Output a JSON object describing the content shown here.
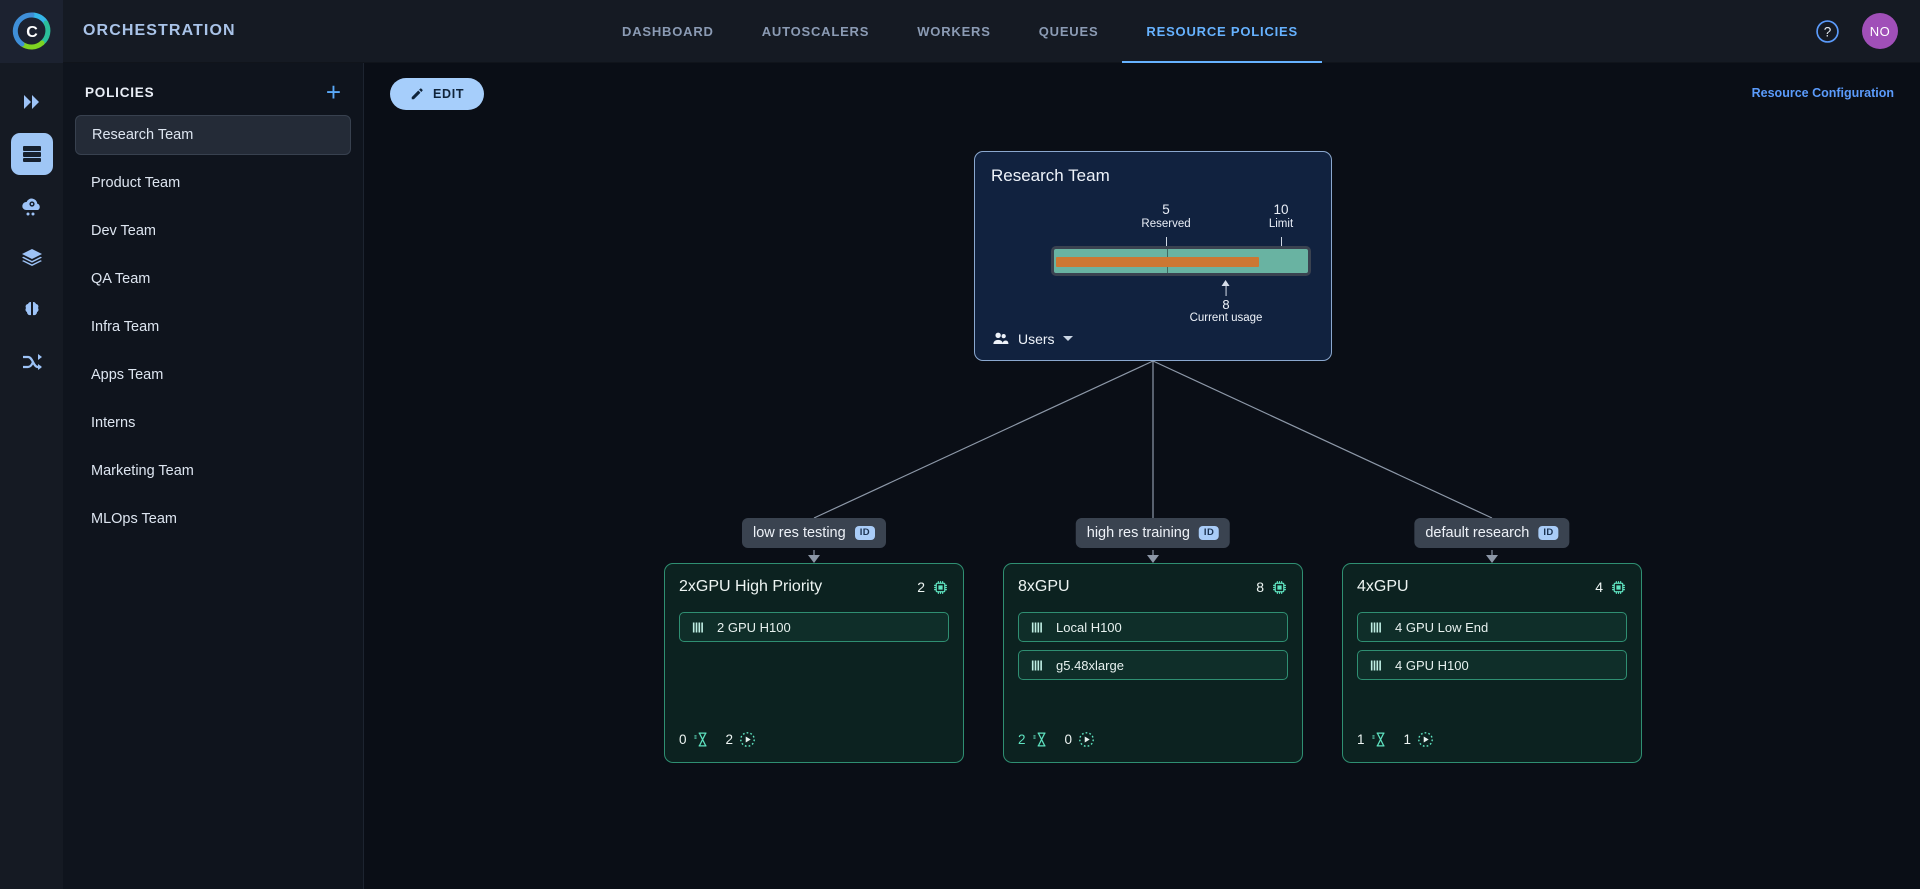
{
  "header": {
    "logo_icon": "circular-c-logo",
    "app_title": "ORCHESTRATION",
    "tabs": [
      {
        "label": "DASHBOARD",
        "active": false
      },
      {
        "label": "AUTOSCALERS",
        "active": false
      },
      {
        "label": "WORKERS",
        "active": false
      },
      {
        "label": "QUEUES",
        "active": false
      },
      {
        "label": "RESOURCE POLICIES",
        "active": true
      }
    ],
    "help_icon": "help-circle-icon",
    "avatar_initials": "NO",
    "avatar_color": "#a04fb8",
    "accent_color": "#66b2ff"
  },
  "rail": {
    "items": [
      {
        "icon": "double-chevron-right-icon",
        "active": false
      },
      {
        "icon": "server-rack-icon",
        "active": true
      },
      {
        "icon": "cloud-gear-icon",
        "active": false
      },
      {
        "icon": "layers-stack-icon",
        "active": false
      },
      {
        "icon": "brain-icon",
        "active": false
      },
      {
        "icon": "workflow-shuffle-icon",
        "active": false
      }
    ]
  },
  "sidebar": {
    "title": "POLICIES",
    "add_icon": "plus-icon",
    "items": [
      {
        "label": "Research Team",
        "selected": true
      },
      {
        "label": "Product Team",
        "selected": false
      },
      {
        "label": "Dev Team",
        "selected": false
      },
      {
        "label": "QA Team",
        "selected": false
      },
      {
        "label": "Infra Team",
        "selected": false
      },
      {
        "label": "Apps Team",
        "selected": false
      },
      {
        "label": "Interns",
        "selected": false
      },
      {
        "label": "Marketing Team",
        "selected": false
      },
      {
        "label": "MLOps Team",
        "selected": false
      }
    ]
  },
  "toolbar": {
    "edit_label": "EDIT",
    "edit_icon": "pencil-icon",
    "resource_config_label": "Resource Configuration"
  },
  "root_node": {
    "title": "Research Team",
    "reserved_value": "5",
    "reserved_label": "Reserved",
    "limit_value": "10",
    "limit_label": "Limit",
    "usage_value": "8",
    "usage_label": "Current usage",
    "users_label": "Users",
    "users_icon": "users-group-icon",
    "caret_icon": "caret-down-icon",
    "bar_color": "#69b3a2",
    "fill_color": "#cc7733"
  },
  "queues": [
    {
      "label": "low res testing",
      "badge": "ID"
    },
    {
      "label": "high res training",
      "badge": "ID"
    },
    {
      "label": "default research",
      "badge": "ID"
    }
  ],
  "gpu_cards": [
    {
      "title": "2xGPU High Priority",
      "count": "2",
      "count_icon": "cpu-chip-icon",
      "resources": [
        {
          "label": "2 GPU H100",
          "icon": "gpu-bars-icon"
        }
      ],
      "pending": {
        "value": "0",
        "icon": "hourglass-icon",
        "highlight": false
      },
      "running": {
        "value": "2",
        "icon": "play-dashed-circle-icon",
        "highlight": false
      }
    },
    {
      "title": "8xGPU",
      "count": "8",
      "count_icon": "cpu-chip-icon",
      "resources": [
        {
          "label": "Local H100",
          "icon": "gpu-bars-icon"
        },
        {
          "label": "g5.48xlarge",
          "icon": "gpu-bars-icon"
        }
      ],
      "pending": {
        "value": "2",
        "icon": "hourglass-icon",
        "highlight": true
      },
      "running": {
        "value": "0",
        "icon": "play-dashed-circle-icon",
        "highlight": false
      }
    },
    {
      "title": "4xGPU",
      "count": "4",
      "count_icon": "cpu-chip-icon",
      "resources": [
        {
          "label": "4 GPU Low End",
          "icon": "gpu-bars-icon"
        },
        {
          "label": "4 GPU H100",
          "icon": "gpu-bars-icon"
        }
      ],
      "pending": {
        "value": "1",
        "icon": "hourglass-icon",
        "highlight": false
      },
      "running": {
        "value": "1",
        "icon": "play-dashed-circle-icon",
        "highlight": false
      }
    }
  ]
}
